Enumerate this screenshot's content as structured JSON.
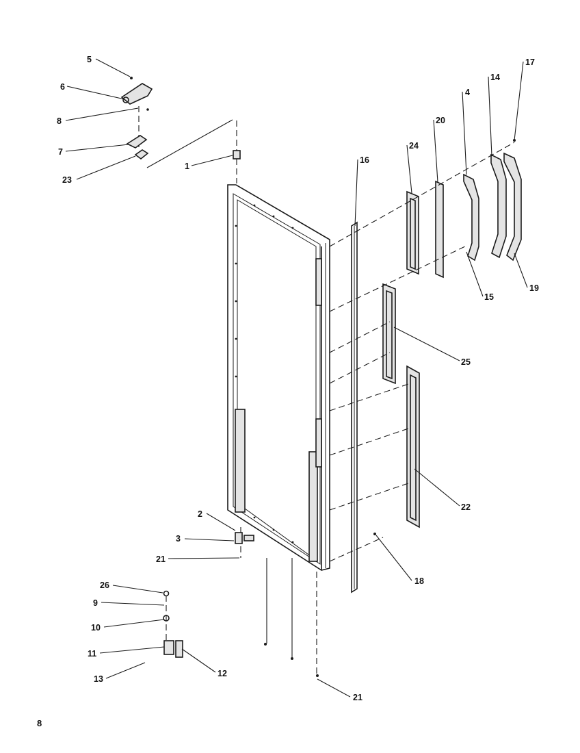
{
  "diagram": {
    "page_number": "8",
    "callouts": [
      {
        "id": "c5",
        "label": "5"
      },
      {
        "id": "c6",
        "label": "6"
      },
      {
        "id": "c8",
        "label": "8"
      },
      {
        "id": "c7",
        "label": "7"
      },
      {
        "id": "c23",
        "label": "23"
      },
      {
        "id": "c1",
        "label": "1"
      },
      {
        "id": "c16",
        "label": "16"
      },
      {
        "id": "c24",
        "label": "24"
      },
      {
        "id": "c20",
        "label": "20"
      },
      {
        "id": "c4",
        "label": "4"
      },
      {
        "id": "c14",
        "label": "14"
      },
      {
        "id": "c17",
        "label": "17"
      },
      {
        "id": "c15",
        "label": "15"
      },
      {
        "id": "c19",
        "label": "19"
      },
      {
        "id": "c25",
        "label": "25"
      },
      {
        "id": "c22",
        "label": "22"
      },
      {
        "id": "c2",
        "label": "2"
      },
      {
        "id": "c3",
        "label": "3"
      },
      {
        "id": "c21a",
        "label": "21"
      },
      {
        "id": "c18",
        "label": "18"
      },
      {
        "id": "c26",
        "label": "26"
      },
      {
        "id": "c9",
        "label": "9"
      },
      {
        "id": "c10",
        "label": "10"
      },
      {
        "id": "c11",
        "label": "11"
      },
      {
        "id": "c12",
        "label": "12"
      },
      {
        "id": "c13",
        "label": "13"
      },
      {
        "id": "c21b",
        "label": "21"
      }
    ]
  }
}
